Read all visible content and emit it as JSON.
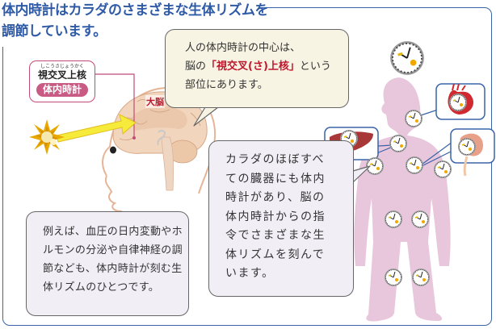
{
  "title": {
    "line1": "体内時計はカラダのさまざまな生体リズムを",
    "line2": "調節しています。"
  },
  "label_box": {
    "ruby": "しこうさじょうかく",
    "main": "視交叉上核",
    "pill": "体内時計"
  },
  "brain_label": "大脳",
  "bubble1": {
    "line1": "人の体内時計の中心は、",
    "line2_pre": "脳の",
    "line2_highlight": "「視交叉(さ)上核」",
    "line2_post": "という",
    "line3": "部位にあります。"
  },
  "bubble2": {
    "lines": [
      "カラダのほぼすべ",
      "ての臓器にも体内",
      "時計があり、脳の",
      "体内時計からの指",
      "令でさまざまな生",
      "体リズムを刻んで",
      "います。"
    ]
  },
  "bubble3": {
    "lines": [
      "例えば、血圧の日内変動やホ",
      "ルモンの分泌や自律神経の調",
      "節なども、体内時計が刻む生",
      "体リズムのひとつです。"
    ]
  },
  "colors": {
    "title": "#2e5aa6",
    "frame": "#3a63a8",
    "accent_pink": "#c95a84",
    "highlight_red": "#c0162c",
    "body_silhouette": "#e8c6dc",
    "bubble_yellow": "#f7f4e4",
    "bubble_lavender": "#f2eef6",
    "sun_ray": "#f2e636"
  },
  "icons": [
    "sun-flash-icon",
    "light-arrow-icon",
    "brain-illustration",
    "body-silhouette",
    "clock-icon",
    "heart-icon",
    "liver-icon",
    "kidney-icon"
  ]
}
